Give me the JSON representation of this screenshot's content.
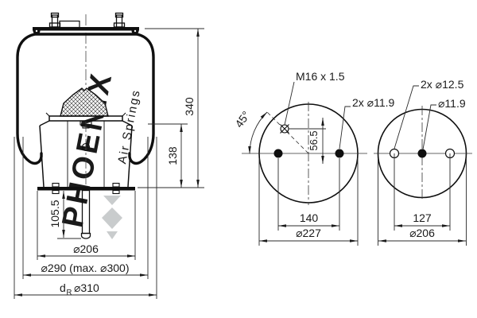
{
  "drawing": {
    "side_view": {
      "dim_total_height": "340",
      "dim_piston_height": "138",
      "dim_rod_length": "105.5",
      "dim_piston_diameter": "⌀206",
      "dim_bellows_diameter": "⌀290 (max. ⌀300)",
      "dim_rim_prefix": "d",
      "dim_rim_sub": "R",
      "dim_rim_value": "⌀310"
    },
    "top_view_plate": {
      "label_thread": "M16 x 1.5",
      "label_studs": "2x ⌀11.9",
      "label_angle": "45°",
      "dim_fitting_offset": "56.5",
      "dim_stud_spacing": "140",
      "dim_outer_diameter": "⌀227"
    },
    "top_view_piston": {
      "label_outer_holes": "2x ⌀12.5",
      "label_center_hole": "⌀11.9",
      "dim_hole_spacing": "127",
      "dim_outer_diameter": "⌀206"
    },
    "watermark": {
      "brand": "PHOENIX",
      "tagline": "Air Springs",
      "color": "#c5c8ca"
    }
  }
}
